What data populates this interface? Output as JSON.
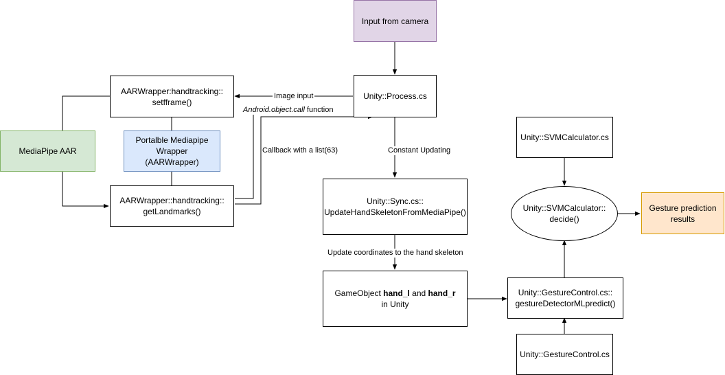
{
  "nodes": {
    "camera": {
      "text": "Input from camera",
      "fill": "#e1d5e7",
      "stroke": "#9673a6"
    },
    "process": {
      "text": "Unity::Process.cs"
    },
    "setframe": {
      "text": "AARWrapper:handtracking::\nsetfframe()"
    },
    "mediapipe": {
      "text": "MediaPipe AAR",
      "fill": "#d5e8d4",
      "stroke": "#82b366"
    },
    "wrapper": {
      "text": "Portalble Mediapipe\nWrapper\n(AARWrapper)",
      "fill": "#dae8fc",
      "stroke": "#6c8ebf"
    },
    "getlandmarks": {
      "text": "AARWrapper::handtracking::\ngetLandmarks()"
    },
    "sync": {
      "text": "Unity::Sync.cs::\nUpdateHandSkeletonFromMediaPipe()"
    },
    "hand": {
      "prefix": "GameObject ",
      "b1": "hand_l",
      "mid": " and ",
      "b2": "hand_r",
      "line2": "in Unity"
    },
    "svmcalc": {
      "text": "Unity::SVMCalculator.cs"
    },
    "decide": {
      "text": "Unity::SVMCalculator::\ndecide()"
    },
    "result": {
      "text": "Gesture prediction\nresults",
      "fill": "#ffe6cc",
      "stroke": "#d79b00"
    },
    "gesturepredict": {
      "text": "Unity::GestureControl.cs::\ngestureDetectorMLpredict()"
    },
    "gesturecontrol": {
      "text": "Unity::GestureControl.cs"
    }
  },
  "edge_labels": {
    "image_input": "Image input",
    "android_call_italic": "Android.object.call",
    "android_call_rest": " function",
    "callback": "Callback with a list(63)",
    "constant_updating": "Constant Updating",
    "update_coords": "Update coordinates to the hand skeleton"
  }
}
